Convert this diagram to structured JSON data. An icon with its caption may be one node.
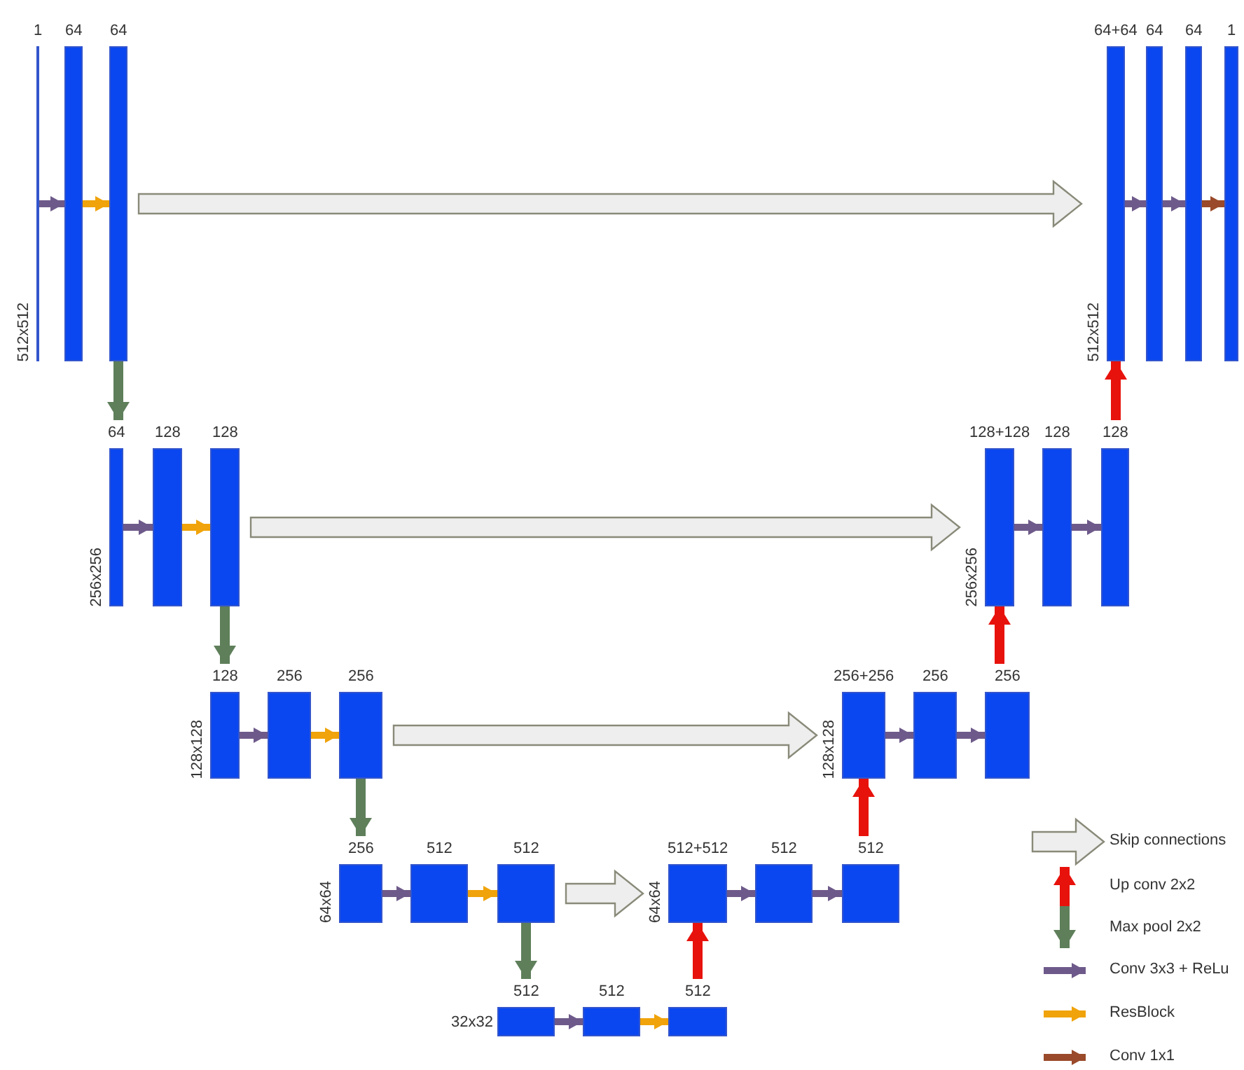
{
  "diagram": {
    "nodes": [
      {
        "text": [
          "1"
        ],
        "beside": [
          "512x512"
        ]
      },
      {
        "text": [
          "64"
        ]
      },
      {
        "text": [
          "64"
        ]
      },
      {
        "text": [
          "64+64"
        ],
        "beside": [
          "512x512"
        ]
      },
      {
        "text": [
          "64"
        ]
      },
      {
        "text": [
          "64"
        ]
      },
      {
        "text": [
          "1"
        ]
      },
      {
        "text": [
          "64"
        ],
        "beside": [
          "256x256"
        ]
      },
      {
        "text": [
          "128"
        ]
      },
      {
        "text": [
          "128"
        ]
      },
      {
        "text": [
          "128+128"
        ],
        "beside": [
          "256x256"
        ]
      },
      {
        "text": [
          "128"
        ]
      },
      {
        "text": [
          "128"
        ]
      },
      {
        "text": [
          "128"
        ],
        "beside": [
          "128x128"
        ]
      },
      {
        "text": [
          "256"
        ]
      },
      {
        "text": [
          "256"
        ]
      },
      {
        "text": [
          "256+256"
        ],
        "beside": [
          "128x128"
        ]
      },
      {
        "text": [
          "256"
        ]
      },
      {
        "text": [
          "256"
        ]
      },
      {
        "text": [
          "256"
        ],
        "beside": [
          "64x64"
        ]
      },
      {
        "text": [
          "512"
        ]
      },
      {
        "text": [
          "512"
        ]
      },
      {
        "text": [
          "512+512"
        ],
        "beside": [
          "64x64"
        ]
      },
      {
        "text": [
          "512"
        ]
      },
      {
        "text": [
          "512"
        ]
      },
      {
        "text": [
          "512"
        ],
        "beside": [
          "32x32"
        ]
      },
      {
        "text": [
          "512"
        ]
      },
      {
        "text": [
          "512"
        ]
      }
    ],
    "edges": [
      {
        "from": 0,
        "to": 1,
        "arrow": "to"
      },
      {
        "from": 1,
        "to": 2,
        "arrow": "to",
        "color": "#f0a30a"
      },
      {
        "from": 2,
        "to": 3,
        "arrow": "to",
        "style": "thick",
        "color": "#eeeeee"
      },
      {
        "from": 2,
        "to": 7,
        "arrow": "to",
        "color": "#5e7f5a"
      },
      {
        "from": 3,
        "to": 4,
        "arrow": "to"
      },
      {
        "from": 4,
        "to": 5,
        "arrow": "to"
      },
      {
        "from": 5,
        "to": 6,
        "arrow": "to",
        "color": "#9a4a2a"
      },
      {
        "from": 12,
        "to": 3,
        "arrow": "to",
        "color": "#e8120c"
      },
      {
        "from": 7,
        "to": 8,
        "arrow": "to"
      },
      {
        "from": 8,
        "to": 9,
        "arrow": "to",
        "color": "#f0a30a"
      },
      {
        "from": 9,
        "to": 10,
        "arrow": "to",
        "style": "thick",
        "color": "#eeeeee"
      },
      {
        "from": 9,
        "to": 13,
        "arrow": "to",
        "color": "#5e7f5a"
      },
      {
        "from": 10,
        "to": 11,
        "arrow": "to"
      },
      {
        "from": 11,
        "to": 12,
        "arrow": "to"
      },
      {
        "from": 18,
        "to": 10,
        "arrow": "to",
        "color": "#e8120c"
      },
      {
        "from": 13,
        "to": 14,
        "arrow": "to"
      },
      {
        "from": 14,
        "to": 15,
        "arrow": "to",
        "color": "#f0a30a"
      },
      {
        "from": 15,
        "to": 16,
        "arrow": "to",
        "style": "thick",
        "color": "#eeeeee"
      },
      {
        "from": 15,
        "to": 19,
        "arrow": "to",
        "color": "#5e7f5a"
      },
      {
        "from": 16,
        "to": 17,
        "arrow": "to"
      },
      {
        "from": 17,
        "to": 18,
        "arrow": "to"
      },
      {
        "from": 24,
        "to": 16,
        "arrow": "to",
        "color": "#e8120c"
      },
      {
        "from": 19,
        "to": 20,
        "arrow": "to"
      },
      {
        "from": 20,
        "to": 21,
        "arrow": "to",
        "color": "#f0a30a"
      },
      {
        "from": 21,
        "to": 22,
        "arrow": "to",
        "style": "thick",
        "color": "#eeeeee"
      },
      {
        "from": 21,
        "to": 25,
        "arrow": "to",
        "color": "#5e7f5a"
      },
      {
        "from": 22,
        "to": 23,
        "arrow": "to"
      },
      {
        "from": 23,
        "to": 24,
        "arrow": "to"
      },
      {
        "from": 27,
        "to": 22,
        "arrow": "to",
        "color": "#e8120c"
      },
      {
        "from": 25,
        "to": 26,
        "arrow": "to"
      },
      {
        "from": 26,
        "to": 27,
        "arrow": "to",
        "color": "#f0a30a"
      }
    ],
    "legend": [
      {
        "text": "Skip connections"
      },
      {
        "text": "Up conv 2x2"
      },
      {
        "text": "Max pool 2x2"
      },
      {
        "text": "Conv 3x3 + ReLu"
      },
      {
        "text": "ResBlock"
      },
      {
        "text": "Conv 1x1"
      }
    ]
  }
}
